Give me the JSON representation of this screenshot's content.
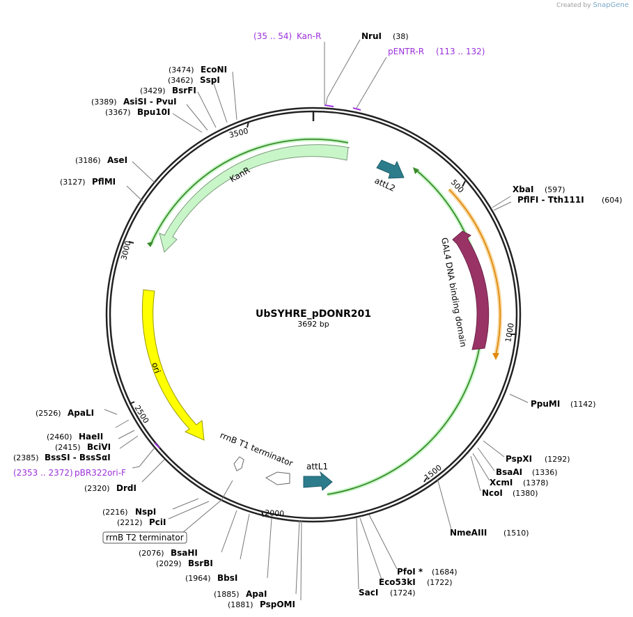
{
  "brand": {
    "created_by": "Created by",
    "name": "SnapGene"
  },
  "plasmid": {
    "name": "UbSYHRE_pDONR201",
    "length_label": "3692 bp",
    "length": 3692
  },
  "ticks": [
    "500",
    "1000",
    "1500",
    "2000",
    "2500",
    "3000",
    "3500"
  ],
  "features": [
    {
      "name": "KanR",
      "color": "#c9f6c9",
      "stroke": "#7a9a7a"
    },
    {
      "name": "ori",
      "color": "#ffff00",
      "stroke": "#999900"
    },
    {
      "name": "rrnB T1 terminator",
      "color": "#ffffff",
      "stroke": "#666666"
    },
    {
      "name": "attL1",
      "color": "#2c7c8c",
      "stroke": "#1f5d69"
    },
    {
      "name": "attL2",
      "color": "#2c7c8c",
      "stroke": "#1f5d69"
    },
    {
      "name": "GAL4 DNA binding domain",
      "color": "#993366",
      "stroke": "#6e2449"
    }
  ],
  "callout_feature": {
    "name": "rrnB T2 terminator"
  },
  "sites": [
    {
      "name": "NruI",
      "pos": "(38)"
    },
    {
      "name": "XbaI",
      "pos": "(597)"
    },
    {
      "name": "PflFI  -  Tth111I",
      "pos": "(604)"
    },
    {
      "name": "PpuMI",
      "pos": "(1142)"
    },
    {
      "name": "PspXI",
      "pos": "(1292)"
    },
    {
      "name": "BsaAI",
      "pos": "(1336)"
    },
    {
      "name": "XcmI",
      "pos": "(1378)"
    },
    {
      "name": "NcoI",
      "pos": "(1380)"
    },
    {
      "name": "NmeAIII",
      "pos": "(1510)"
    },
    {
      "name": "PfoI *",
      "pos": "(1684)"
    },
    {
      "name": "Eco53kI",
      "pos": "(1722)"
    },
    {
      "name": "SacI",
      "pos": "(1724)"
    },
    {
      "name": "PspOMI",
      "pos": "(1881)"
    },
    {
      "name": "ApaI",
      "pos": "(1885)"
    },
    {
      "name": "BbsI",
      "pos": "(1964)"
    },
    {
      "name": "BsrBI",
      "pos": "(2029)"
    },
    {
      "name": "BsaHI",
      "pos": "(2076)"
    },
    {
      "name": "PciI",
      "pos": "(2212)"
    },
    {
      "name": "NspI",
      "pos": "(2216)"
    },
    {
      "name": "DrdI",
      "pos": "(2320)"
    },
    {
      "name": "BssSI  -  BssSαI",
      "pos": "(2385)"
    },
    {
      "name": "BciVI",
      "pos": "(2415)"
    },
    {
      "name": "HaeII",
      "pos": "(2460)"
    },
    {
      "name": "ApaLI",
      "pos": "(2526)"
    },
    {
      "name": "PflMI",
      "pos": "(3127)"
    },
    {
      "name": "AseI",
      "pos": "(3186)"
    },
    {
      "name": "Bpu10I",
      "pos": "(3367)"
    },
    {
      "name": "AsiSI  -  PvuI",
      "pos": "(3389)"
    },
    {
      "name": "BsrFI",
      "pos": "(3429)"
    },
    {
      "name": "SspI",
      "pos": "(3462)"
    },
    {
      "name": "EcoNI",
      "pos": "(3474)"
    }
  ],
  "primers": [
    {
      "name": "Kan-R",
      "range": "(35 .. 54)"
    },
    {
      "name": "pENTR-R",
      "range": "(113 .. 132)"
    },
    {
      "name": "pBR322ori-F",
      "range": "(2353 .. 2372)"
    }
  ],
  "colors": {
    "primer": "#9b30d9",
    "orange_arc": "#f0a030",
    "green_arc": "#3a8a2a"
  }
}
